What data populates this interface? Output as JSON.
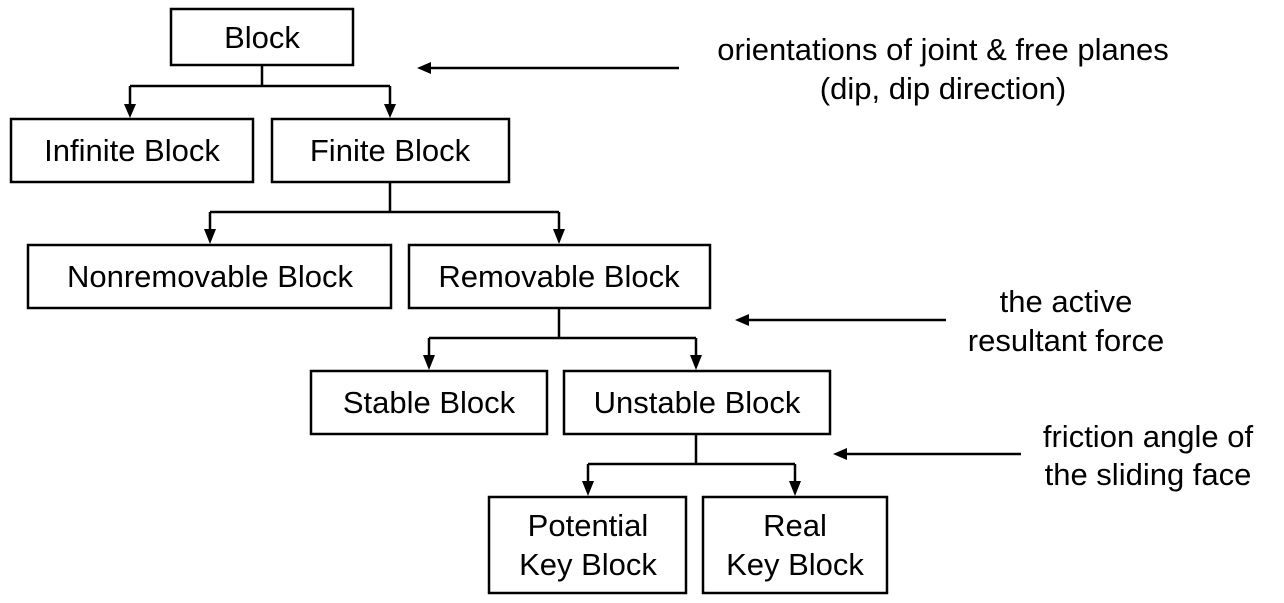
{
  "nodes": {
    "block": {
      "lines": [
        "Block"
      ]
    },
    "infinite_block": {
      "lines": [
        "Infinite Block"
      ]
    },
    "finite_block": {
      "lines": [
        "Finite Block"
      ]
    },
    "nonremovable_block": {
      "lines": [
        "Nonremovable Block"
      ]
    },
    "removable_block": {
      "lines": [
        "Removable Block"
      ]
    },
    "stable_block": {
      "lines": [
        "Stable Block"
      ]
    },
    "unstable_block": {
      "lines": [
        "Unstable Block"
      ]
    },
    "potential_key_block": {
      "lines": [
        "Potential",
        "Key Block"
      ]
    },
    "real_key_block": {
      "lines": [
        "Real",
        "Key Block"
      ]
    }
  },
  "edges": [
    {
      "from": "block",
      "to": "infinite_block"
    },
    {
      "from": "block",
      "to": "finite_block"
    },
    {
      "from": "finite_block",
      "to": "nonremovable_block"
    },
    {
      "from": "finite_block",
      "to": "removable_block"
    },
    {
      "from": "removable_block",
      "to": "stable_block"
    },
    {
      "from": "removable_block",
      "to": "unstable_block"
    },
    {
      "from": "unstable_block",
      "to": "potential_key_block"
    },
    {
      "from": "unstable_block",
      "to": "real_key_block"
    }
  ],
  "annotations": {
    "orientations": {
      "lines": [
        "orientations of joint & free planes",
        "(dip, dip direction)"
      ],
      "points_to": "block"
    },
    "resultant_force": {
      "lines": [
        "the active",
        "resultant force"
      ],
      "points_to": "removable_block"
    },
    "friction_angle": {
      "lines": [
        "friction angle of",
        "the sliding face"
      ],
      "points_to": "unstable_block"
    }
  }
}
